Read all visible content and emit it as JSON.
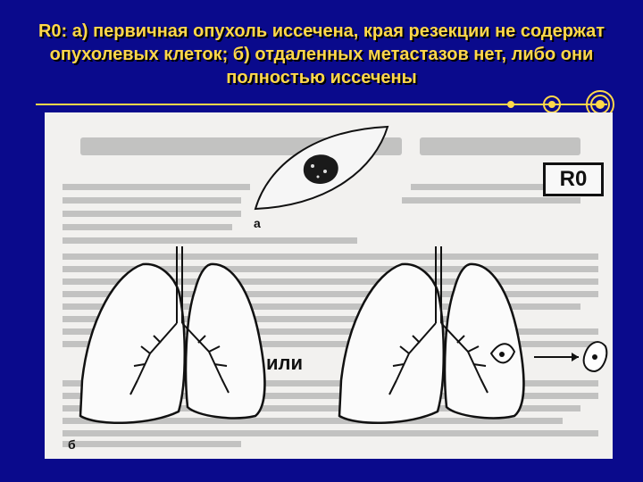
{
  "slide": {
    "title_prefix": "R0:",
    "title_body": " а) первичная опухоль иссечена, края резекции не содержат опухолевых клеток; б) отдаленных метастазов нет, либо они полностью иссечены"
  },
  "figure": {
    "ro_box_label": "R0",
    "or_label": "или",
    "label_a": "а",
    "label_b": "б"
  },
  "colors": {
    "background": "#0a0a8c",
    "title": "#ffd84a",
    "rule": "#ffd84a"
  }
}
